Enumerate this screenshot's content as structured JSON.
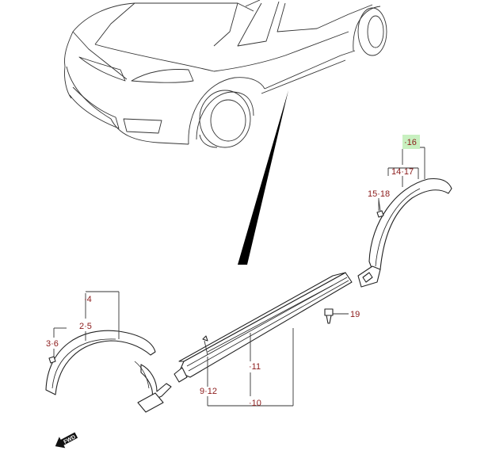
{
  "callouts": {
    "c16": "16",
    "c14_17": "14·17",
    "c15_18": "15·18",
    "c4": "4",
    "c2_5": "2·5",
    "c3_6": "3·6",
    "c11": "11",
    "c9_12": "9·12",
    "c10": "10",
    "c19": "19"
  },
  "direction_marker": {
    "label": "FWD",
    "icon": "forward-arrow-icon"
  },
  "highlight_color": "#c8f0c0",
  "label_color": "#8b1a1a"
}
